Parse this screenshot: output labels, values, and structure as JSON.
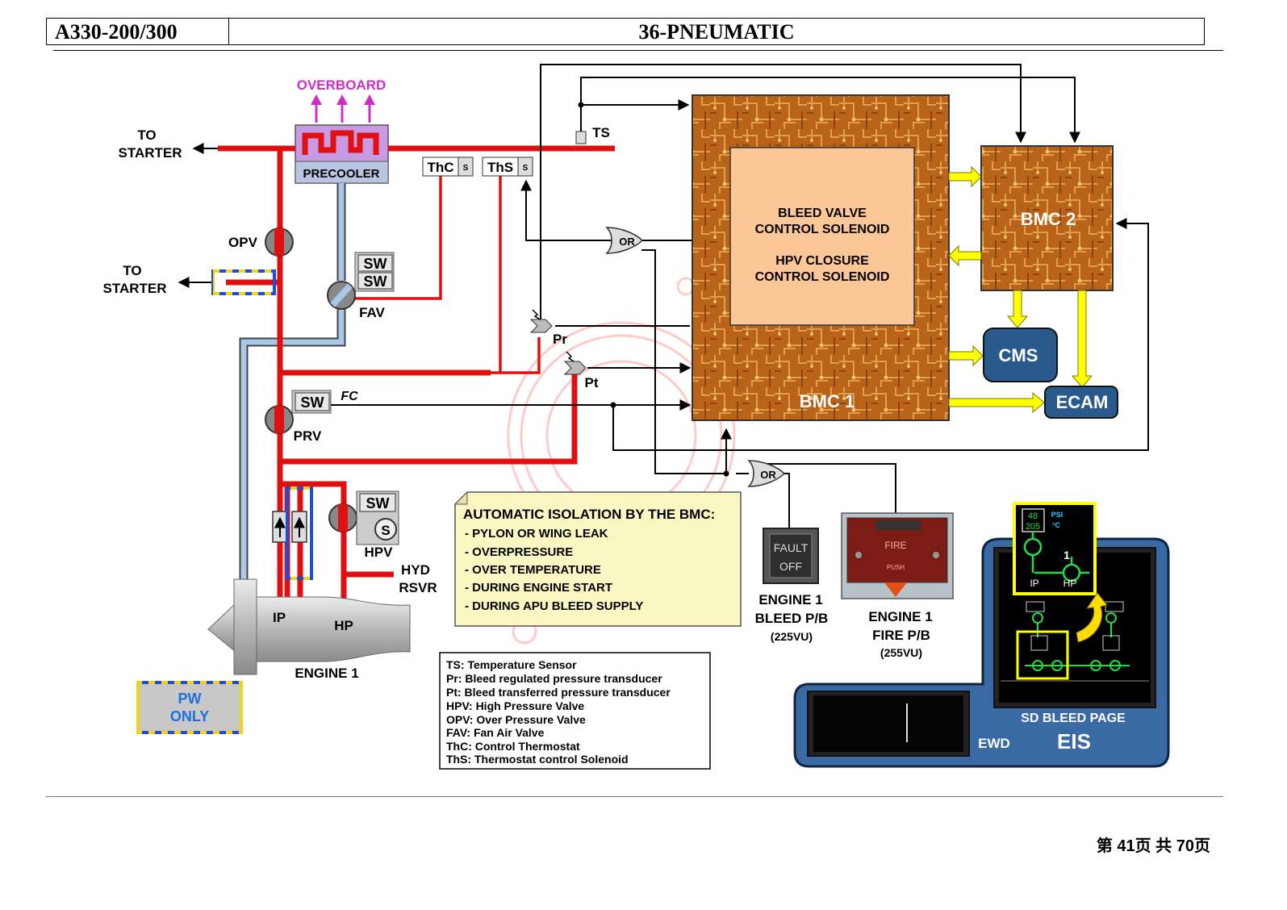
{
  "header": {
    "model": "A330-200/300",
    "chapter": "36-PNEUMATIC"
  },
  "footer": {
    "page": "第 41页  共 70页"
  },
  "diagram": {
    "labels": {
      "overboard": "OVERBOARD",
      "to_starter_top": [
        "TO",
        "STARTER"
      ],
      "to_starter_mid": [
        "TO",
        "STARTER"
      ],
      "precooler": "PRECOOLER",
      "opv": "OPV",
      "fav": "FAV",
      "prv": "PRV",
      "hpv": "HPV",
      "fc": "FC",
      "hyd_rsvr": [
        "HYD",
        "RSVR"
      ],
      "ip": "IP",
      "hp": "HP",
      "engine": "ENGINE 1",
      "pw_only": [
        "PW",
        "ONLY"
      ],
      "ts": "TS",
      "thc": "ThC",
      "ths": "ThS",
      "s": "S",
      "sw": "SW",
      "pr": "Pr",
      "pt": "Pt",
      "or": "OR"
    },
    "bmc1": {
      "name": "BMC 1",
      "solenoid_lines": [
        "BLEED VALVE",
        "CONTROL SOLENOID",
        "HPV CLOSURE",
        "CONTROL SOLENOID"
      ]
    },
    "bmc2": {
      "name": "BMC 2"
    },
    "cms": "CMS",
    "ecam": "ECAM",
    "isolation": {
      "title": "AUTOMATIC ISOLATION BY THE BMC:",
      "items": [
        "- PYLON OR WING LEAK",
        "- OVERPRESSURE",
        "- OVER TEMPERATURE",
        "- DURING ENGINE START",
        "- DURING APU BLEED SUPPLY"
      ]
    },
    "bleed_pb": {
      "fault": "FAULT",
      "off": "OFF",
      "title": [
        "ENGINE 1",
        "BLEED P/B"
      ],
      "panel": "(225VU)"
    },
    "fire_pb": {
      "fire": "FIRE",
      "push": "PUSH",
      "title": [
        "ENGINE 1",
        "FIRE P/B"
      ],
      "panel": "(255VU)"
    },
    "legend": [
      "TS: Temperature Sensor",
      "Pr: Bleed regulated pressure transducer",
      "Pt: Bleed transferred pressure transducer",
      "HPV: High Pressure Valve",
      "OPV: Over Pressure Valve",
      "FAV: Fan  Air Valve",
      "ThC: Control Thermostat",
      "ThS: Thermostat control Solenoid"
    ],
    "eis": {
      "page_title": "SD BLEED PAGE",
      "eis": "EIS",
      "ewd": "EWD",
      "inset": {
        "psi_top": "48",
        "psi_bottom": "205",
        "unit_psi": "PSI",
        "unit_c": "°C",
        "engine": "1",
        "ip": "IP",
        "hp": "HP"
      }
    }
  },
  "colors": {
    "hot_duct": "#e01010",
    "cool_duct": "#a9c8e8",
    "signal_yellow": "#ffff00",
    "cms_ecam_blue": "#2a5a8c",
    "overboard": "#d02cc8",
    "precooler": "#c080e0",
    "pw_only_text": "#1e6fe0",
    "bmc_orange": "#b8621a",
    "solenoid_box": "#fcc796",
    "note_bg": "#fbf7c2"
  }
}
